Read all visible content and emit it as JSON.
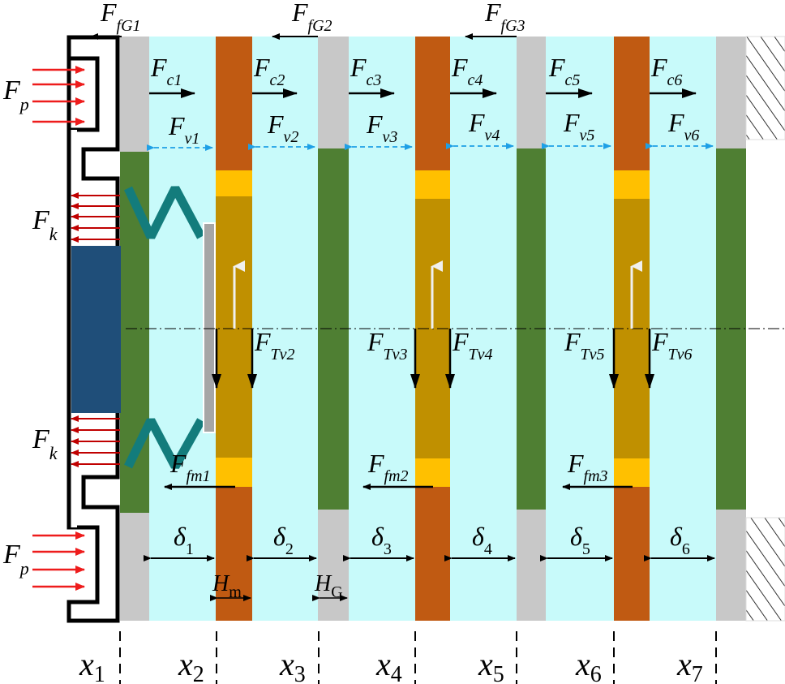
{
  "colors": {
    "fluid_gap": "#c8fafa",
    "stator_plate": "#c8c8c8",
    "friction_lining_green": "#4f7f33",
    "rotor_plate": "#c05a12",
    "rotor_core": "#c09000",
    "rotor_band": "#ffc000",
    "piston": "#1f4e79",
    "spring": "#137c7c",
    "force_pressure": "#ee1c1c",
    "force_spring": "#c00000",
    "force_viscous": "#1ea0e6",
    "force_black": "#000000",
    "hatch": "#000000"
  },
  "labels": {
    "fp": {
      "base": "F",
      "sub": "p"
    },
    "fk": {
      "base": "F",
      "sub": "k"
    },
    "fg1": {
      "base": "F",
      "sub": "fG1"
    },
    "fg2": {
      "base": "F",
      "sub": "fG2"
    },
    "fg3": {
      "base": "F",
      "sub": "fG3"
    },
    "fc": [
      {
        "base": "F",
        "sub": "c1"
      },
      {
        "base": "F",
        "sub": "c2"
      },
      {
        "base": "F",
        "sub": "c3"
      },
      {
        "base": "F",
        "sub": "c4"
      },
      {
        "base": "F",
        "sub": "c5"
      },
      {
        "base": "F",
        "sub": "c6"
      }
    ],
    "fv": [
      {
        "base": "F",
        "sub": "v1"
      },
      {
        "base": "F",
        "sub": "v2"
      },
      {
        "base": "F",
        "sub": "v3"
      },
      {
        "base": "F",
        "sub": "v4"
      },
      {
        "base": "F",
        "sub": "v5"
      },
      {
        "base": "F",
        "sub": "v6"
      }
    ],
    "ftv": [
      {
        "base": "F",
        "sub": "Tv2"
      },
      {
        "base": "F",
        "sub": "Tv3"
      },
      {
        "base": "F",
        "sub": "Tv4"
      },
      {
        "base": "F",
        "sub": "Tv5"
      },
      {
        "base": "F",
        "sub": "Tv6"
      }
    ],
    "ffm": [
      {
        "base": "F",
        "sub": "fm1"
      },
      {
        "base": "F",
        "sub": "fm2"
      },
      {
        "base": "F",
        "sub": "fm3"
      }
    ],
    "delta": [
      {
        "base": "δ",
        "sub": "1"
      },
      {
        "base": "δ",
        "sub": "2"
      },
      {
        "base": "δ",
        "sub": "3"
      },
      {
        "base": "δ",
        "sub": "4"
      },
      {
        "base": "δ",
        "sub": "5"
      },
      {
        "base": "δ",
        "sub": "6"
      }
    ],
    "hm": {
      "base": "H",
      "sub": "m"
    },
    "hg": {
      "base": "H",
      "sub": "G"
    },
    "x": [
      {
        "base": "x",
        "sub": "1"
      },
      {
        "base": "x",
        "sub": "2"
      },
      {
        "base": "x",
        "sub": "3"
      },
      {
        "base": "x",
        "sub": "4"
      },
      {
        "base": "x",
        "sub": "5"
      },
      {
        "base": "x",
        "sub": "6"
      },
      {
        "base": "x",
        "sub": "7"
      }
    ]
  }
}
